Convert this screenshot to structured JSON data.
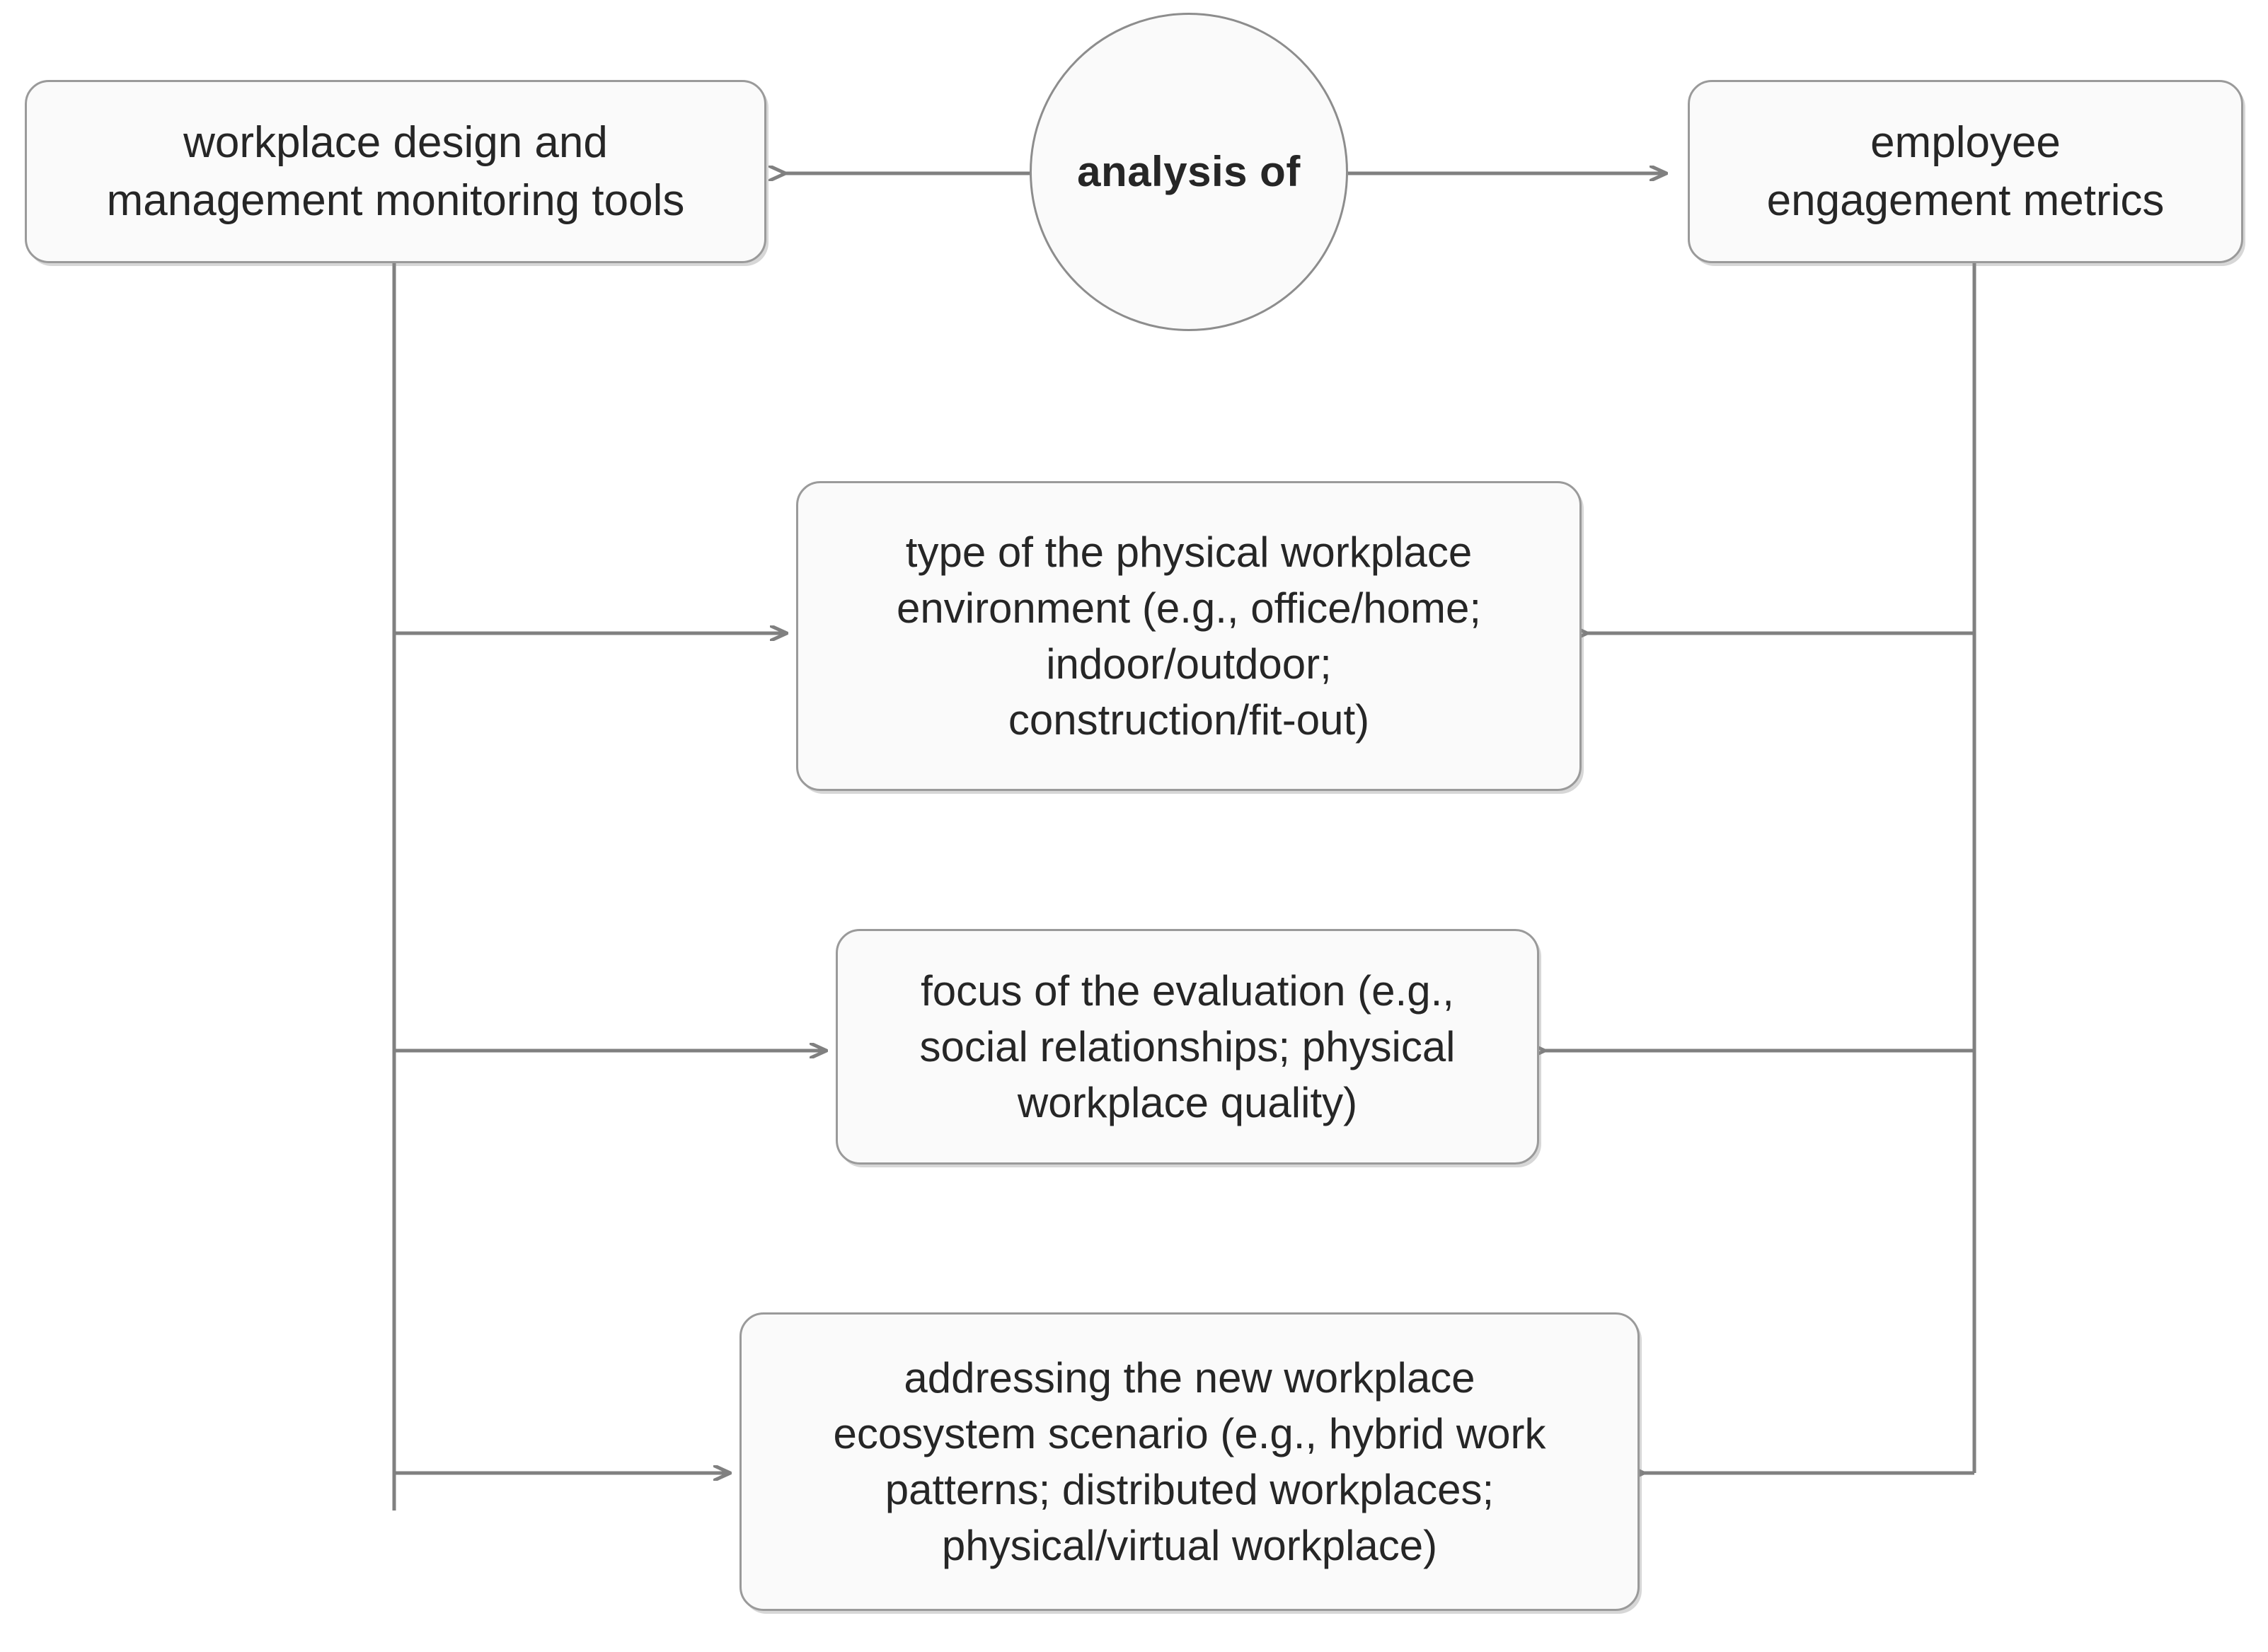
{
  "diagram": {
    "type": "flowchart",
    "background_color": "#ffffff",
    "node_fill": "#fafafa",
    "node_border": "#9a9a9a",
    "edge_color": "#808080",
    "text_color": "#262626",
    "nodes": {
      "center": {
        "id": "analysis-of",
        "shape": "circle",
        "label": "analysis of",
        "bold": true
      },
      "left": {
        "id": "workplace-design-tools",
        "shape": "rounded-rect",
        "label": "workplace design and\nmanagement monitoring tools"
      },
      "right": {
        "id": "employee-engagement-metrics",
        "shape": "rounded-rect",
        "label": "employee\nengagement  metrics"
      },
      "box1": {
        "id": "workplace-environment-type",
        "shape": "rounded-rect",
        "label": "type of the physical workplace\nenvironment  (e.g., office/home;\nindoor/outdoor;\nconstruction/fit-out)"
      },
      "box2": {
        "id": "evaluation-focus",
        "shape": "rounded-rect",
        "label": "focus of the evaluation (e.g.,\nsocial relationships; physical\nworkplace quality)"
      },
      "box3": {
        "id": "new-workplace-ecosystem",
        "shape": "rounded-rect",
        "label": "addressing the new workplace\necosystem scenario (e.g., hybrid work\npatterns; distributed workplaces;\nphysical/virtual workplace)"
      }
    },
    "edges": [
      {
        "id": "center-to-left",
        "from": "analysis-of",
        "to": "workplace-design-tools",
        "arrowhead": "open-v",
        "direction": "left"
      },
      {
        "id": "center-to-right",
        "from": "analysis-of",
        "to": "employee-engagement-metrics",
        "arrowhead": "open-v",
        "direction": "right"
      },
      {
        "id": "left-to-box1",
        "from": "workplace-design-tools",
        "to": "workplace-environment-type",
        "arrowhead": "open-v",
        "direction": "right"
      },
      {
        "id": "left-to-box2",
        "from": "workplace-design-tools",
        "to": "evaluation-focus",
        "arrowhead": "open-v",
        "direction": "right"
      },
      {
        "id": "left-to-box3",
        "from": "workplace-design-tools",
        "to": "new-workplace-ecosystem",
        "arrowhead": "open-v",
        "direction": "right"
      },
      {
        "id": "right-to-box1",
        "from": "employee-engagement-metrics",
        "to": "workplace-environment-type",
        "arrowhead": "open-v",
        "direction": "left"
      },
      {
        "id": "right-to-box2",
        "from": "employee-engagement-metrics",
        "to": "evaluation-focus",
        "arrowhead": "open-v",
        "direction": "left"
      },
      {
        "id": "right-to-box3",
        "from": "employee-engagement-metrics",
        "to": "new-workplace-ecosystem",
        "arrowhead": "open-v",
        "direction": "left"
      }
    ]
  }
}
